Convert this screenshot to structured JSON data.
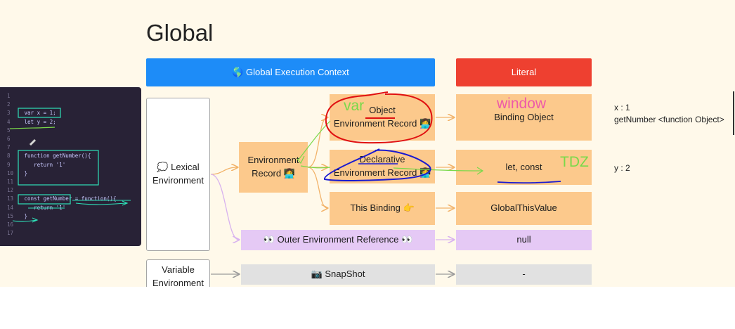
{
  "title": "Global",
  "headers": {
    "context": "🌎 Global Execution Context",
    "literal": "Literal"
  },
  "lexical_environment": "💭 Lexical Environment",
  "variable_environment": "Variable Environment",
  "environment_record": "Environment Record 👩‍💻",
  "object_record": {
    "line1": "Object",
    "line2": "Environment Record 👩‍💻"
  },
  "declarative_record": {
    "line1": "Declarative",
    "line2": "Environment Record 👩‍💻"
  },
  "this_binding": "This Binding 👉",
  "outer_reference": "👀 Outer Environment Reference 👀",
  "snapshot": "📷 SnapShot",
  "literal_values": {
    "binding_object": "Binding Object",
    "let_const": "let, const",
    "global_this": "GlobalThisValue",
    "null": "null",
    "dash": "-"
  },
  "annotations": {
    "var": "var",
    "window": "window",
    "tdz": "TDZ"
  },
  "notes": {
    "x": "x : 1",
    "get_number": "getNumber <function Object>",
    "y": "y : 2"
  },
  "code_lines": [
    {
      "n": "1",
      "text": ""
    },
    {
      "n": "2",
      "text": ""
    },
    {
      "n": "3",
      "text": " var x = 1;"
    },
    {
      "n": "4",
      "text": " let y = 2;"
    },
    {
      "n": "5",
      "text": ""
    },
    {
      "n": "6",
      "text": ""
    },
    {
      "n": "7",
      "text": ""
    },
    {
      "n": "8",
      "text": " function getNumber(){"
    },
    {
      "n": "9",
      "text": "    return '1'"
    },
    {
      "n": "10",
      "text": " }"
    },
    {
      "n": "11",
      "text": ""
    },
    {
      "n": "12",
      "text": ""
    },
    {
      "n": "13",
      "text": " const getNumber = function(){"
    },
    {
      "n": "14",
      "text": "    return '1'"
    },
    {
      "n": "15",
      "text": " }"
    },
    {
      "n": "16",
      "text": ""
    },
    {
      "n": "17",
      "text": ""
    }
  ],
  "colors": {
    "blue": "#1d8cf8",
    "red": "#ee4030",
    "orange": "#fcc98c",
    "purple": "#e5c9f5",
    "gray": "#e1e1e1",
    "canvas": "#fff9ea",
    "code_bg": "#282236",
    "annotation_green": "#7ad94a",
    "annotation_pink": "#ee5aa8",
    "ink_red": "#e01010",
    "ink_blue": "#1a1ad0",
    "ink_teal": "#2ee0b8"
  }
}
